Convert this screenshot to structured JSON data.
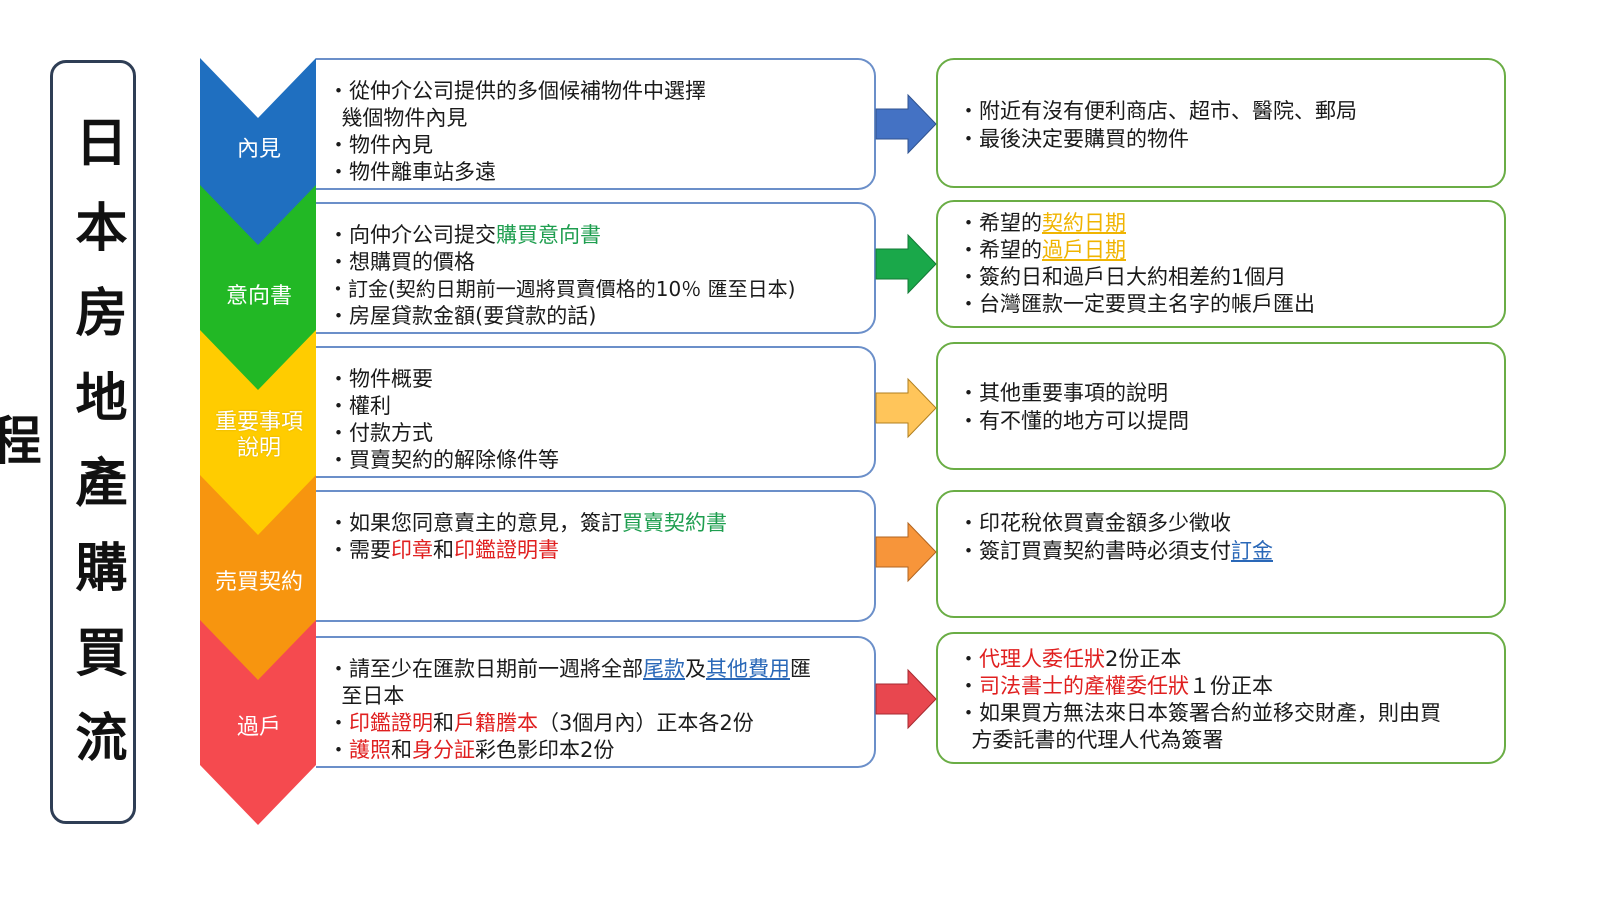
{
  "title": "日本房地產購買流程",
  "colors": {
    "step1": "#1f6fc0",
    "step2": "#22b825",
    "step3": "#ffcc00",
    "step4": "#f7950f",
    "step5": "#f54a4f",
    "left_border": "#6b8fc9",
    "right_border": "#6aad45"
  },
  "steps": [
    {
      "label": "內見",
      "left": [
        [
          "・從仲介公司提供的多個候補物件中選擇"
        ],
        [
          "  幾個物件內見"
        ],
        [
          "・物件內見"
        ],
        [
          "・物件離車站多遠"
        ]
      ],
      "right": [
        [
          "・附近有沒有便利商店、超市、醫院、郵局"
        ],
        [
          "・最後決定要購買的物件"
        ]
      ]
    },
    {
      "label": "意向書",
      "left": [
        [
          "・向仲介公司提交",
          "購買意向書"
        ],
        [
          "・想購買的價格"
        ],
        [
          "・訂金(契約日期前一週將買賣價格的10％ 匯至日本)"
        ],
        [
          "・房屋貸款金額(要貸款的話)"
        ]
      ],
      "right": [
        [
          "・希望的",
          "契約日期"
        ],
        [
          "・希望的",
          "過戶日期"
        ],
        [
          "・簽約日和過戶日大約相差約1個月"
        ],
        [
          "・台灣匯款一定要買主名字的帳戶匯出"
        ]
      ]
    },
    {
      "label": "重要事項\n說明",
      "left": [
        [
          "・物件概要"
        ],
        [
          "・權利"
        ],
        [
          "・付款方式"
        ],
        [
          "・買賣契約的解除條件等"
        ]
      ],
      "right": [
        [
          "・其他重要事項的說明"
        ],
        [
          "・有不懂的地方可以提問"
        ]
      ]
    },
    {
      "label": "売買契約",
      "left": [
        [
          "・如果您同意賣主的意見，簽訂",
          "買賣契約書"
        ],
        [
          "・需要",
          "印章",
          "和",
          "印鑑證明書"
        ]
      ],
      "right": [
        [
          "・印花稅依買賣金額多少徵收"
        ],
        [
          "・簽訂買賣契約書時必須支付",
          "訂金"
        ]
      ]
    },
    {
      "label": "過戶",
      "left": [
        [
          "・請至少在匯款日期前一週將全部",
          "尾款",
          "及",
          "其他費用",
          "匯"
        ],
        [
          "  至日本"
        ],
        [
          "・",
          "印鑑證明",
          "和",
          "戶籍謄本",
          "（3個月內）正本各2份"
        ],
        [
          "・",
          "護照",
          "和",
          "身分証",
          "彩色影印本2份"
        ]
      ],
      "right": [
        [
          "・",
          "代理人委任狀",
          "2份正本"
        ],
        [
          "・",
          "司法書士的產權委任狀",
          "１份正本"
        ],
        [
          "・如果買方無法來日本簽署合約並移交財產，則由買"
        ],
        [
          "  方委託書的代理人代為簽署"
        ]
      ]
    }
  ]
}
